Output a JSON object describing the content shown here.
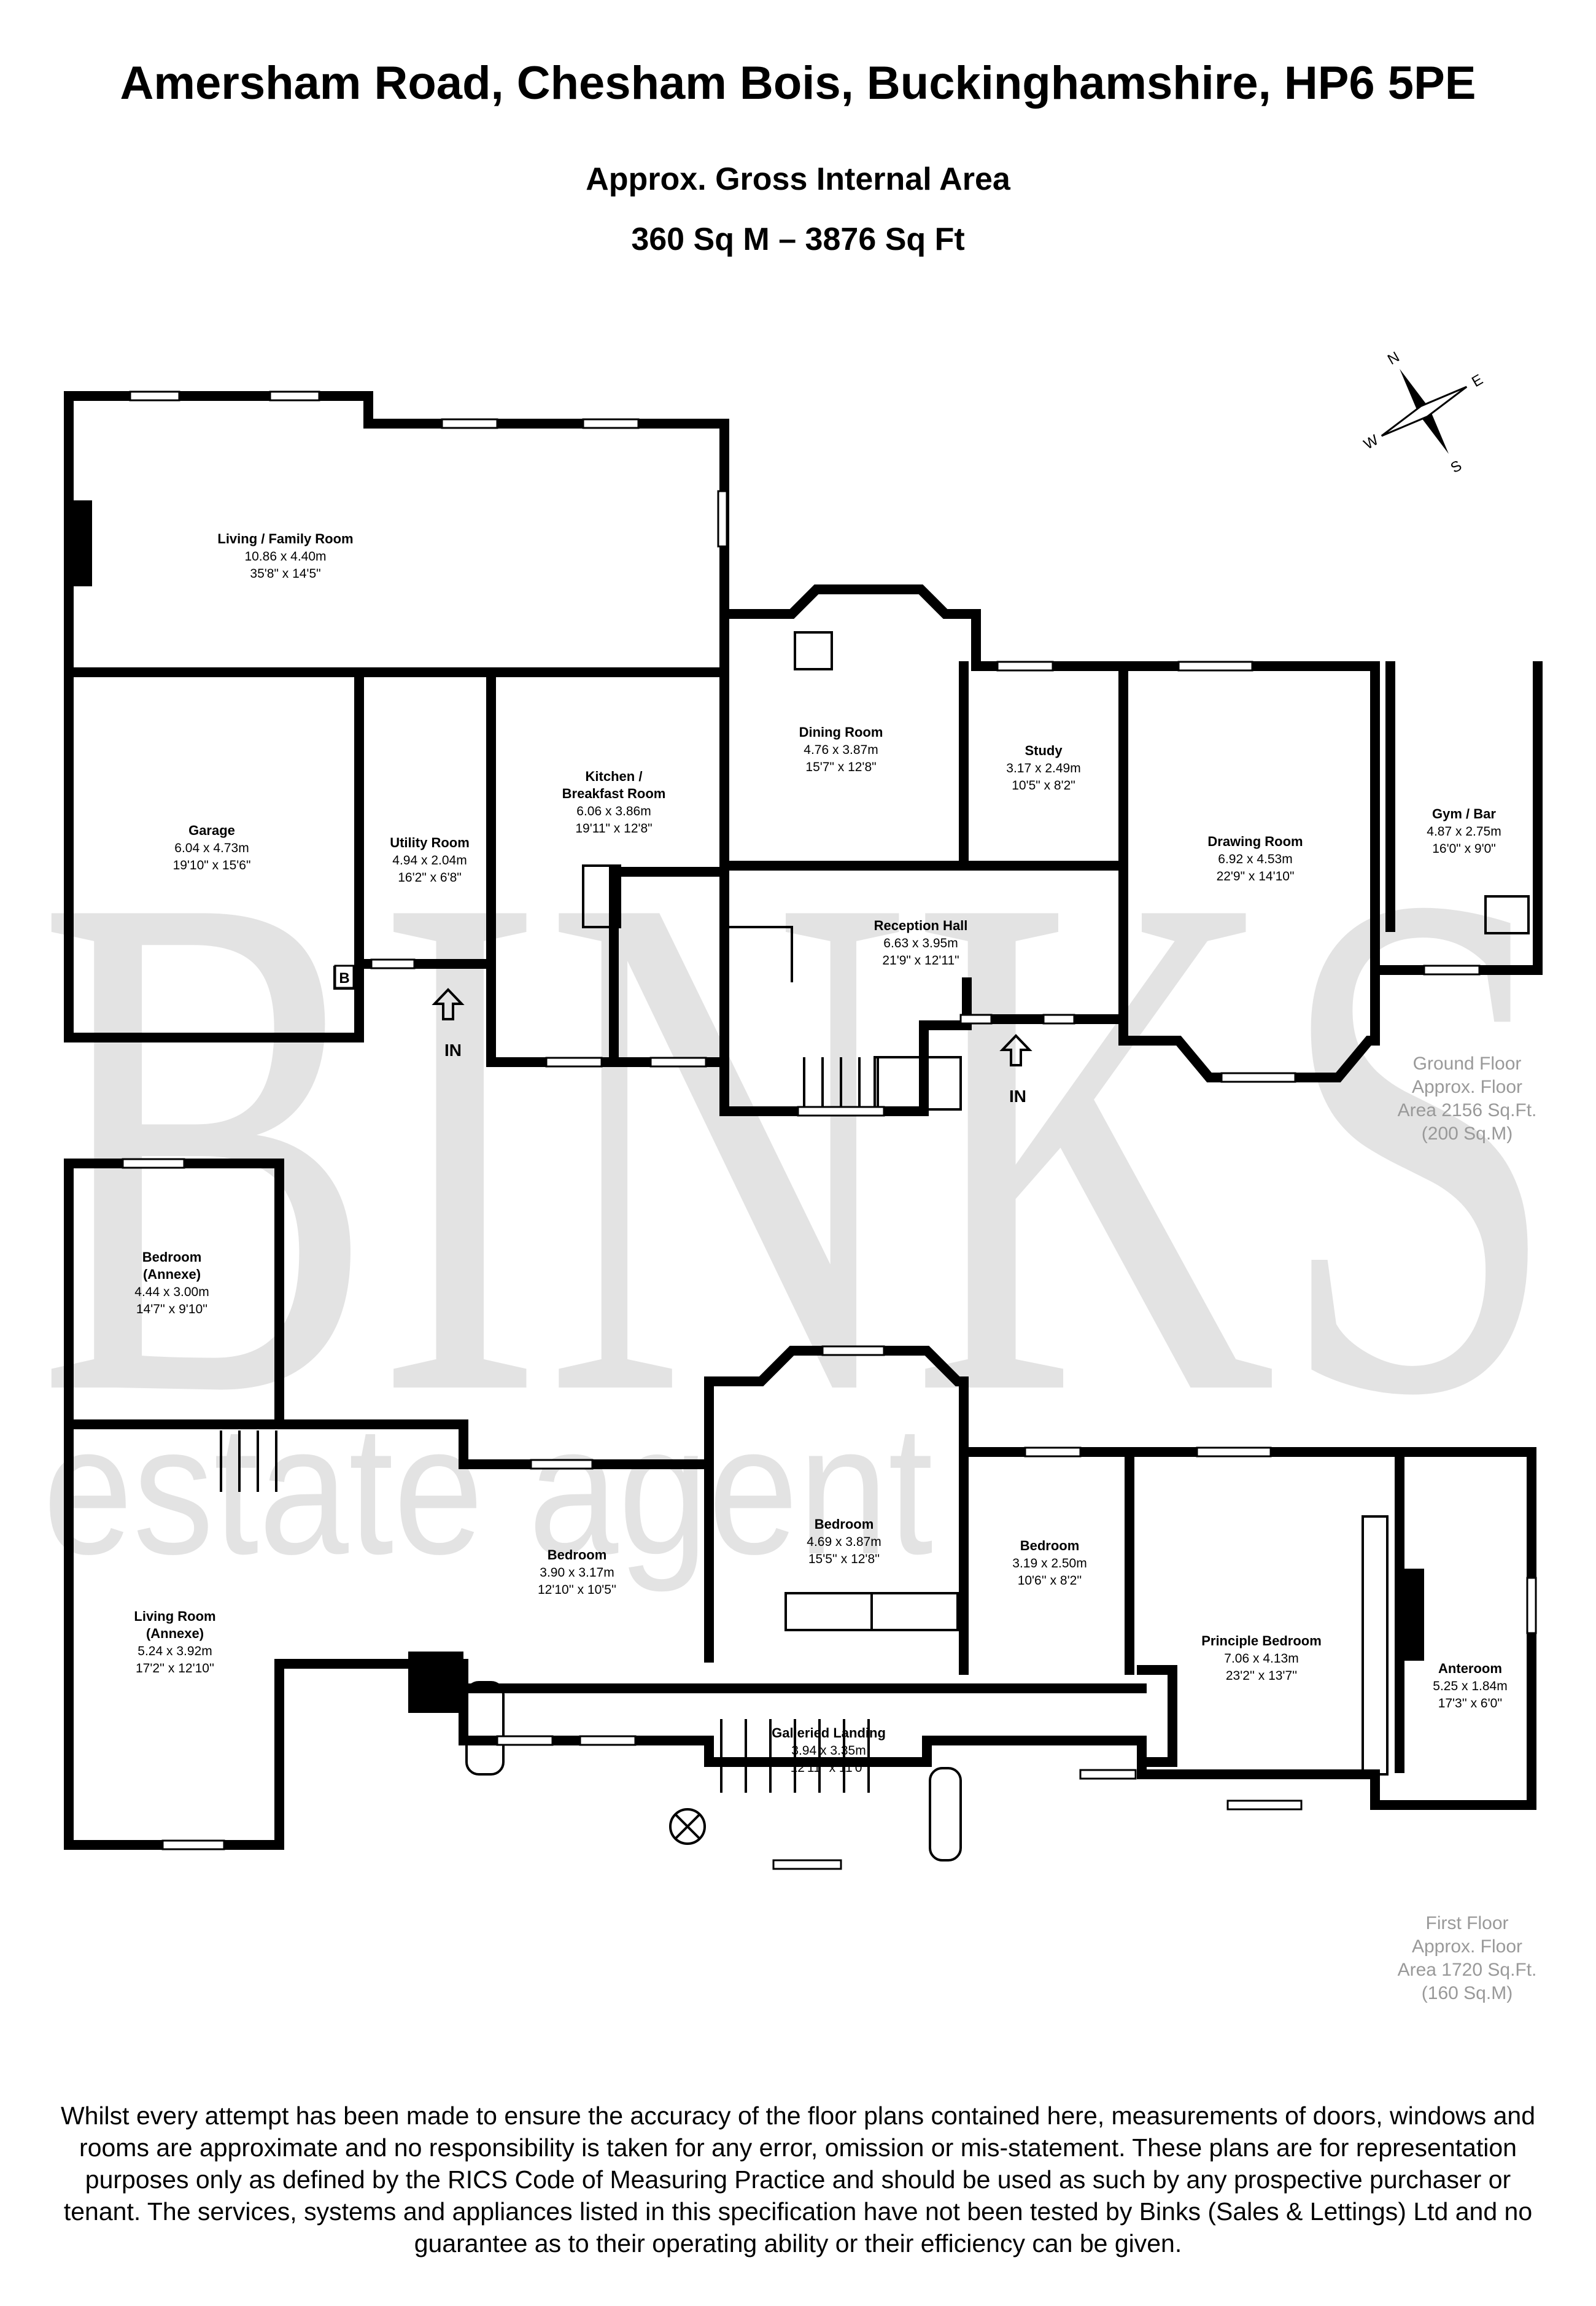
{
  "header": {
    "title": "Amersham Road, Chesham Bois, Buckinghamshire, HP6 5PE",
    "area_label": "Approx. Gross Internal Area",
    "area_value": "360 Sq M – 3876 Sq Ft"
  },
  "watermark": {
    "brand": "BINKS",
    "tagline": "estate agent"
  },
  "compass": {
    "letters": [
      "N",
      "S",
      "E",
      "W"
    ]
  },
  "ground_floor": {
    "rooms": [
      {
        "name": "Living / Family Room",
        "dims_m": "10.86 x 4.40m",
        "dims_ft": "35'8\" x 14'5\""
      },
      {
        "name": "Garage",
        "dims_m": "6.04 x 4.73m",
        "dims_ft": "19'10\" x 15'6\""
      },
      {
        "name": "Utility Room",
        "dims_m": "4.94 x 2.04m",
        "dims_ft": "16'2\" x 6'8\""
      },
      {
        "name": "Kitchen /",
        "name2": "Breakfast Room",
        "dims_m": "6.06 x 3.86m",
        "dims_ft": "19'11\" x 12'8\""
      },
      {
        "name": "Dining Room",
        "dims_m": "4.76 x 3.87m",
        "dims_ft": "15'7\" x 12'8\""
      },
      {
        "name": "Study",
        "dims_m": "3.17 x 2.49m",
        "dims_ft": "10'5\" x 8'2\""
      },
      {
        "name": "Drawing Room",
        "dims_m": "6.92 x 4.53m",
        "dims_ft": "22'9\" x 14'10\""
      },
      {
        "name": "Gym / Bar",
        "dims_m": "4.87 x 2.75m",
        "dims_ft": "16'0\" x 9'0\""
      },
      {
        "name": "Reception Hall",
        "dims_m": "6.63 x 3.95m",
        "dims_ft": "21'9\" x 12'11\""
      }
    ],
    "entrance_labels": [
      "IN",
      "IN"
    ],
    "boiler_label": "B",
    "area_note": [
      "Ground Floor",
      "Approx. Floor",
      "Area 2156 Sq.Ft.",
      "(200 Sq.M)"
    ]
  },
  "first_floor": {
    "rooms": [
      {
        "name": "Bedroom",
        "name2": "(Annexe)",
        "dims_m": "4.44 x 3.00m",
        "dims_ft": "14'7'' x 9'10''"
      },
      {
        "name": "Living Room",
        "name2": "(Annexe)",
        "dims_m": "5.24 x 3.92m",
        "dims_ft": "17'2'' x 12'10''"
      },
      {
        "name": "Bedroom",
        "dims_m": "3.90 x 3.17m",
        "dims_ft": "12'10'' x 10'5''"
      },
      {
        "name": "Bedroom",
        "dims_m": "4.69 x 3.87m",
        "dims_ft": "15'5'' x 12'8''"
      },
      {
        "name": "Bedroom",
        "dims_m": "3.19 x 2.50m",
        "dims_ft": "10'6'' x 8'2''"
      },
      {
        "name": "Principle Bedroom",
        "dims_m": "7.06 x 4.13m",
        "dims_ft": "23'2'' x 13'7''"
      },
      {
        "name": "Anteroom",
        "dims_m": "5.25 x 1.84m",
        "dims_ft": "17'3'' x 6'0''"
      },
      {
        "name": "Galleried Landing",
        "dims_m": "3.94 x 3.35m",
        "dims_ft": "12'11'' x 11'0''"
      }
    ],
    "area_note": [
      "First Floor",
      "Approx. Floor",
      "Area 1720 Sq.Ft.",
      "(160 Sq.M)"
    ]
  },
  "disclaimer": "Whilst every attempt has been made to ensure the accuracy of the floor plans contained here, measurements of doors, windows and rooms are approximate and no responsibility is taken for any error, omission or mis-statement. These plans are for representation purposes only as defined by the RICS Code of Measuring Practice and should be used as such by any prospective purchaser or tenant. The services, systems and appliances listed in this specification have not been tested by Binks (Sales & Lettings) Ltd and no guarantee as to their operating ability or their efficiency can be given."
}
